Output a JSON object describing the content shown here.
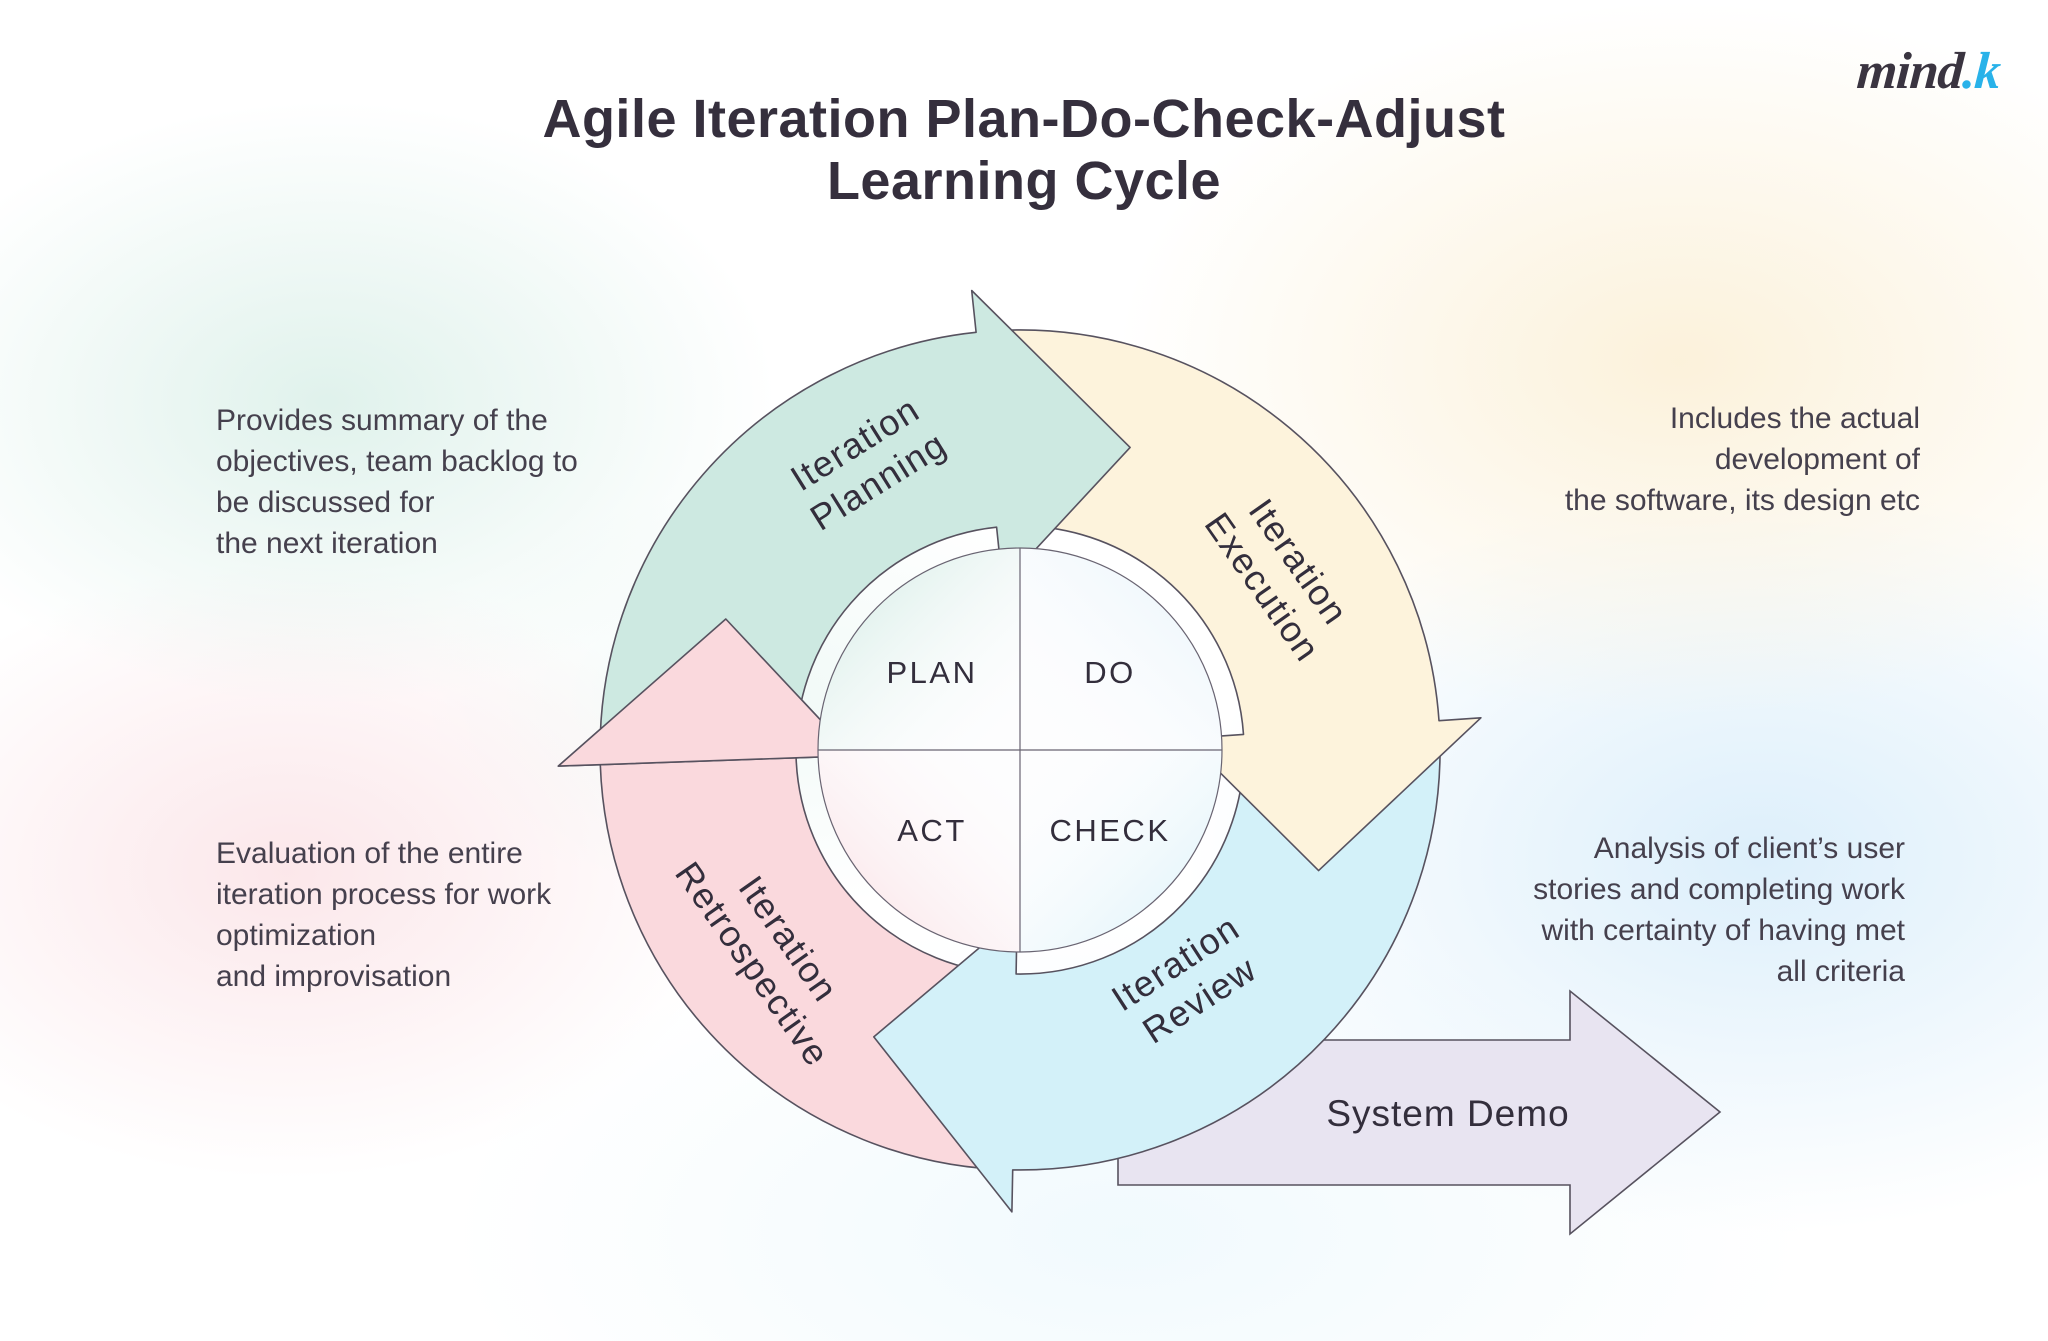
{
  "title": {
    "line1": "Agile Iteration Plan-Do-Check-Adjust",
    "line2": "Learning Cycle"
  },
  "logo": {
    "name": "mind",
    "suffix": ".k"
  },
  "cycle": {
    "stroke_color": "#57525f",
    "center": {
      "quadrants": [
        {
          "id": "plan",
          "label": "PLAN"
        },
        {
          "id": "do",
          "label": "DO"
        },
        {
          "id": "act",
          "label": "ACT"
        },
        {
          "id": "check",
          "label": "CHECK"
        }
      ]
    },
    "segments": [
      {
        "id": "planning",
        "line1": "Iteration",
        "line2": "Planning",
        "color": "#cde9e1"
      },
      {
        "id": "execution",
        "line1": "Iteration",
        "line2": "Execution",
        "color": "#fdf3dc"
      },
      {
        "id": "review",
        "line1": "Iteration",
        "line2": "Review",
        "color": "#d3f1f9"
      },
      {
        "id": "retrospective",
        "line1": "Iteration",
        "line2": "Retrospective",
        "color": "#fad9dd"
      }
    ]
  },
  "descriptions": {
    "planning": {
      "lines": [
        "Provides summary of the",
        "objectives, team backlog to",
        "be discussed for",
        "the next iteration"
      ]
    },
    "execution": {
      "lines": [
        "Includes the actual",
        "development of",
        "the software, its design etc"
      ]
    },
    "retrospective": {
      "lines": [
        "Evaluation of the entire",
        "iteration process for work",
        "optimization",
        "and improvisation"
      ]
    },
    "review": {
      "lines": [
        "Analysis of client’s user",
        "stories and completing work",
        "with certainty of having met",
        "all criteria"
      ]
    }
  },
  "system_demo": {
    "label": "System Demo",
    "color": "#e8e4f1"
  }
}
